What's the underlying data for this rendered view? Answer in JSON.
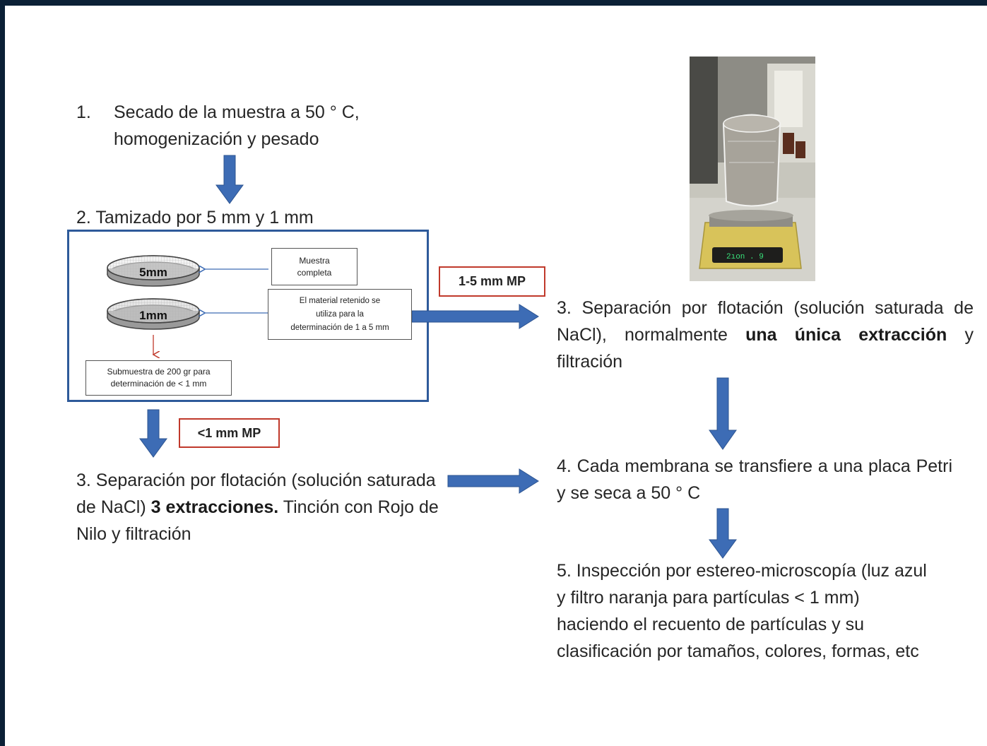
{
  "steps": {
    "step1_number": "1.",
    "step1_line1": "Secado de la muestra a 50 ° C,",
    "step1_line2": "homogenización y pesado",
    "step2": "2. Tamizado por 5 mm y 1 mm",
    "step3_left_a": "3. Separación por flotación (solución saturada de NaCl) ",
    "step3_left_bold": "3 extracciones.",
    "step3_left_b": " Tinción con Rojo de Nilo y filtración",
    "step3_right_a": "3. Separación por flotación (solución saturada de NaCl), normalmente ",
    "step3_right_bold": "una única extracción",
    "step3_right_b": " y filtración",
    "step4": "4. Cada membrana se transfiere a una placa Petri y se seca a 50 ° C",
    "step5_line1": "5. Inspección por estereo-microscopía  (luz azul",
    "step5_line2": "y filtro naranja para partículas < 1 mm)",
    "step5_line3": "haciendo el recuento de partículas y su",
    "step5_line4": "clasificación por tamaños, colores, formas, etc"
  },
  "sieve_diagram": {
    "sieve_5mm": "5mm",
    "sieve_1mm": "1mm",
    "muestra_completa_1": "Muestra",
    "muestra_completa_2": "completa",
    "retenido_1": "El material retenido se",
    "retenido_2": "utiliza para la",
    "retenido_3": "determinación de 1 a 5 mm",
    "submuestra_1": "Submuestra de 200 gr para",
    "submuestra_2": "determinación de < 1 mm"
  },
  "labels": {
    "mp_1_5": "1-5 mm MP",
    "mp_lt1": "<1 mm MP"
  },
  "photo": {
    "scale_display": "2ıon . 9"
  },
  "colors": {
    "arrow_blue": "#3d6cb5",
    "box_border_blue": "#2e5a9a",
    "mp_box_red": "#c0392b"
  }
}
